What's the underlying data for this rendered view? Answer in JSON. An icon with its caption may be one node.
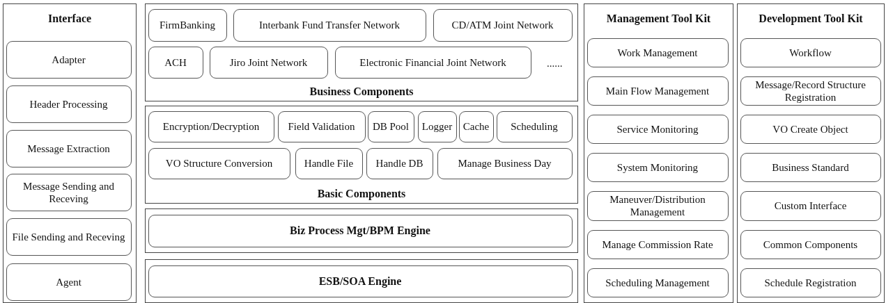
{
  "diagram": {
    "nodes": [
      {
        "text": [
          "Interface"
        ]
      },
      {
        "text": [
          "Adapter"
        ],
        "in": 0
      },
      {
        "text": [
          "Header Processing"
        ],
        "in": 0
      },
      {
        "text": [
          "Message Extraction"
        ],
        "in": 0
      },
      {
        "text": [
          "Message Sending and Receving"
        ],
        "in": 0
      },
      {
        "text": [
          "File Sending and Receving"
        ],
        "in": 0
      },
      {
        "text": [
          "Agent"
        ],
        "in": 0
      },
      {
        "text": [
          "Business Components"
        ]
      },
      {
        "text": [
          "FirmBanking"
        ],
        "in": 7
      },
      {
        "text": [
          "Interbank Fund Transfer Network"
        ],
        "in": 7
      },
      {
        "text": [
          "CD/ATM  Joint Network"
        ],
        "in": 7
      },
      {
        "text": [
          "ACH"
        ],
        "in": 7
      },
      {
        "text": [
          "Jiro Joint Network"
        ],
        "in": 7
      },
      {
        "text": [
          "Electronic Financial Joint Network"
        ],
        "in": 7
      },
      {
        "text": [
          "Basic Components"
        ]
      },
      {
        "text": [
          "Encryption/Decryption"
        ],
        "in": 14
      },
      {
        "text": [
          "Field Validation"
        ],
        "in": 14
      },
      {
        "text": [
          "DB Pool"
        ],
        "in": 14
      },
      {
        "text": [
          "Logger"
        ],
        "in": 14
      },
      {
        "text": [
          "Cache"
        ],
        "in": 14
      },
      {
        "text": [
          "Scheduling"
        ],
        "in": 14
      },
      {
        "text": [
          "VO Structure Conversion"
        ],
        "in": 14
      },
      {
        "text": [
          "Handle File"
        ],
        "in": 14
      },
      {
        "text": [
          "Handle DB"
        ],
        "in": 14
      },
      {
        "text": [
          "Manage Business Day"
        ],
        "in": 14
      },
      {
        "text": [],
        "shape": "box"
      },
      {
        "text": [
          "Biz Process Mgt/BPM Engine"
        ],
        "in": 25
      },
      {
        "text": [],
        "shape": "box"
      },
      {
        "text": [
          "ESB/SOA Engine"
        ],
        "in": 27
      },
      {
        "text": [
          "Management Tool Kit"
        ]
      },
      {
        "text": [
          "Work Management"
        ],
        "in": 29
      },
      {
        "text": [
          "Main Flow Management"
        ],
        "in": 29
      },
      {
        "text": [
          "Service Monitoring"
        ],
        "in": 29
      },
      {
        "text": [
          "System Monitoring"
        ],
        "in": 29
      },
      {
        "text": [
          "Maneuver/Distribution Management"
        ],
        "in": 29
      },
      {
        "text": [
          "Manage Commission Rate"
        ],
        "in": 29
      },
      {
        "text": [
          "Scheduling Management"
        ],
        "in": 29
      },
      {
        "text": [
          "Development Tool Kit"
        ]
      },
      {
        "text": [
          "Workflow"
        ],
        "in": 37
      },
      {
        "text": [
          "Message/Record Structure Registration"
        ],
        "in": 37
      },
      {
        "text": [
          "VO Create Object"
        ],
        "in": 37
      },
      {
        "text": [
          "Business Standard"
        ],
        "in": 37
      },
      {
        "text": [
          "Custom Interface"
        ],
        "in": 37
      },
      {
        "text": [
          "Common Components"
        ],
        "in": 37
      },
      {
        "text": [
          "Schedule Registration"
        ],
        "in": 37
      }
    ],
    "edges": [],
    "labels": [
      "......"
    ]
  }
}
